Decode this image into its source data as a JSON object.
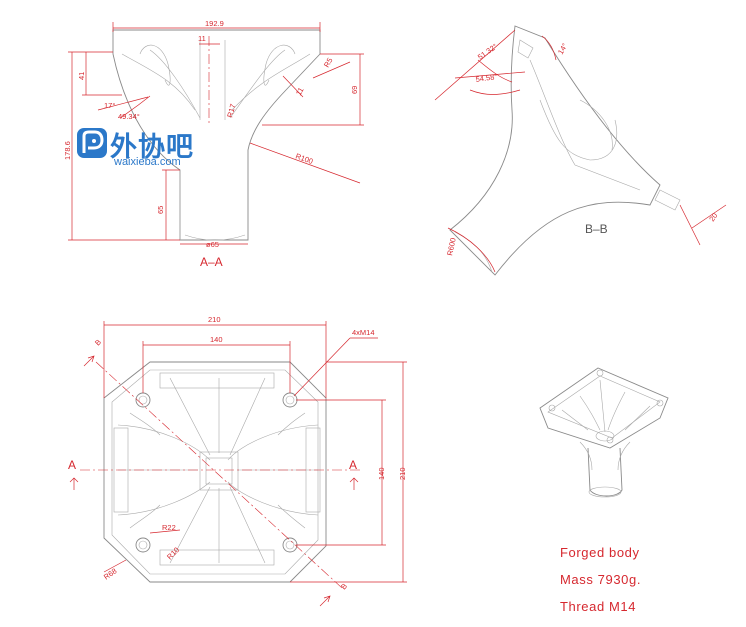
{
  "section_aa": {
    "title": "A–A",
    "dims": {
      "top_width": "192.9",
      "slot": "11",
      "height_total": "178.6",
      "flange": "41",
      "angle1": "17°",
      "angle2": "49.34°",
      "r5": "R5",
      "rib": "11",
      "r17": "R17",
      "h69": "69",
      "r100": "R100",
      "h65": "65",
      "dia": "ø65"
    }
  },
  "section_bb": {
    "title": "B–B",
    "dims": {
      "a1": "51.32°",
      "a2": "54.58°",
      "a3": "14°",
      "d20": "20",
      "r600": "R600"
    }
  },
  "plan": {
    "section_a_left": "A",
    "section_a_right": "A",
    "section_b_top": "B",
    "section_b_bottom": "B",
    "dims": {
      "w210": "210",
      "w140": "140",
      "holes": "4xM14",
      "h140": "140",
      "h210": "210",
      "r22": "R22",
      "r10": "R10",
      "r68": "R68"
    }
  },
  "notes": {
    "line1": "Forged body",
    "line2": "Mass 7930g.",
    "line3": "Thread M14"
  },
  "watermark": {
    "cn": "外协吧",
    "en": "waixieba.com"
  },
  "colors": {
    "dimension": "#d6282f",
    "part": "#8a8a8a",
    "watermark": "#2b78c9"
  }
}
